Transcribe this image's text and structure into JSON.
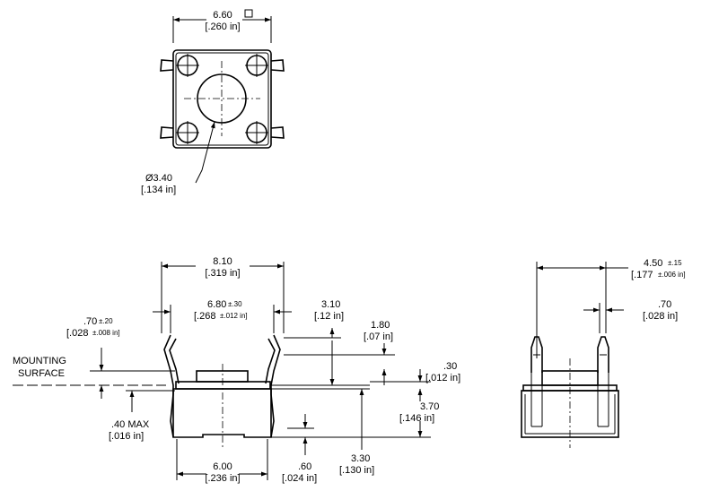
{
  "top_view": {
    "width_mm": "6.60",
    "width_in": "[.260 in]",
    "diameter_mm": "Ø3.40",
    "diameter_in": "[.134 in]"
  },
  "front_view": {
    "mounting_surface_line1": "MOUNTING",
    "mounting_surface_line2": "SURFACE",
    "overall_width_mm": "8.10",
    "overall_width_in": "[.319 in]",
    "lead_span_mm": "6.80",
    "lead_span_tol_mm": "±.30",
    "lead_span_in": "[.268",
    "lead_span_tol_in": "±.012 in]",
    "lead_thk_mm": ".70",
    "lead_thk_tol_mm": "±.20",
    "lead_thk_in": "[.028",
    "lead_thk_tol_in": "±.008 in]",
    "height_310_mm": "3.10",
    "height_310_in": "[.12 in]",
    "height_180_mm": "1.80",
    "height_180_in": "[.07 in]",
    "standoff_mm": ".30",
    "standoff_in": "[.012 in]",
    "body_height_mm": "3.70",
    "body_height_in": "[.146 in]",
    "max_mm": ".40 MAX",
    "max_in": "[.016 in]",
    "base_height_mm": "3.30",
    "base_height_in": "[.130 in]",
    "base_width_mm": "6.00",
    "base_width_in": "[.236 in]",
    "gap_mm": ".60",
    "gap_in": "[.024 in]"
  },
  "side_view": {
    "depth_mm": "4.50",
    "depth_tol_mm": "±.15",
    "depth_in": "[.177",
    "depth_tol_in": "±.006 in]",
    "pin_mm": ".70",
    "pin_in": "[.028 in]"
  }
}
